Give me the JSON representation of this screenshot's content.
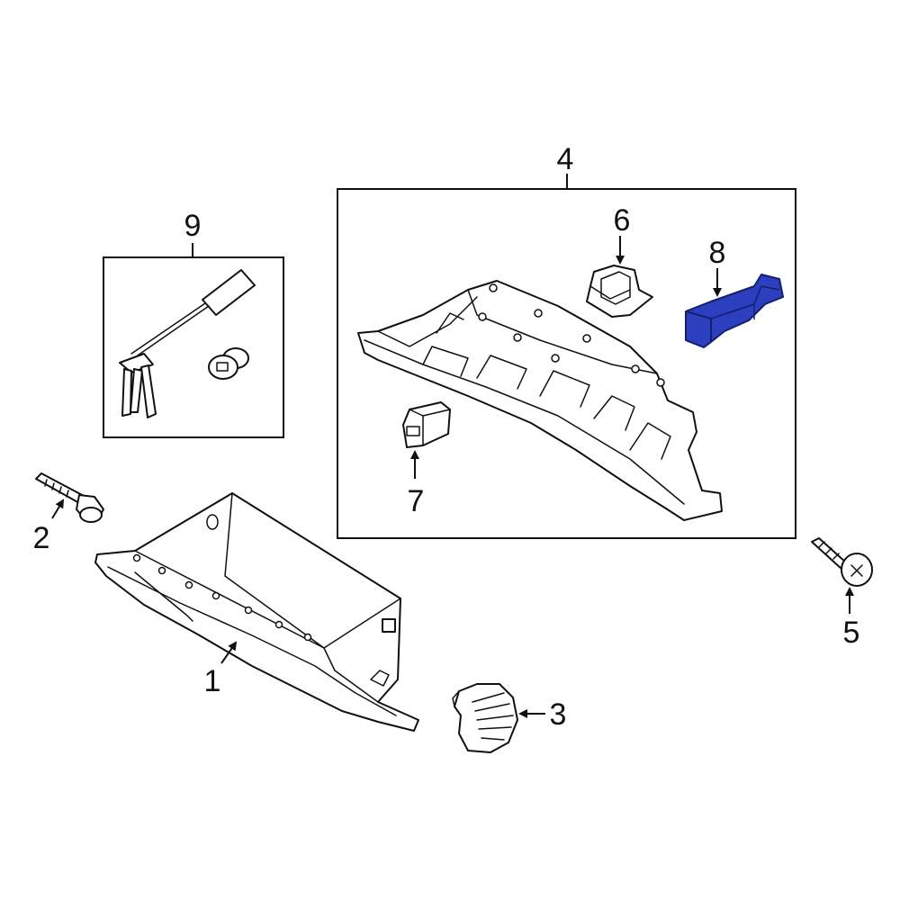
{
  "callouts": {
    "c1": "1",
    "c2": "2",
    "c3": "3",
    "c4": "4",
    "c5": "5",
    "c6": "6",
    "c7": "7",
    "c8": "8",
    "c9": "9"
  },
  "colors": {
    "highlight": "#2b3fbf",
    "highlight_dark": "#14206e",
    "line": "#111111"
  }
}
